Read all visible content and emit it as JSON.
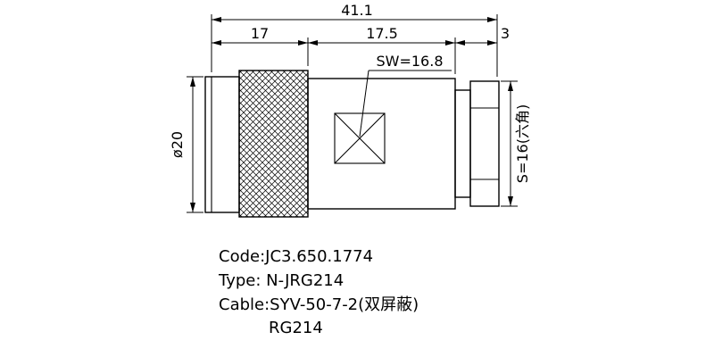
{
  "drawing": {
    "dims": {
      "total": "41.1",
      "seg1": "17",
      "seg2": "17.5",
      "seg3": "3",
      "wrench": "SW=16.8",
      "diameter": "ø20",
      "hex": "S=16(六角)"
    },
    "notes": {
      "code": "Code:JC3.650.1774",
      "type": "Type: N-JRG214",
      "cable": "Cable:SYV-50-7-2(双屏蔽)",
      "cable2": "RG214"
    }
  }
}
